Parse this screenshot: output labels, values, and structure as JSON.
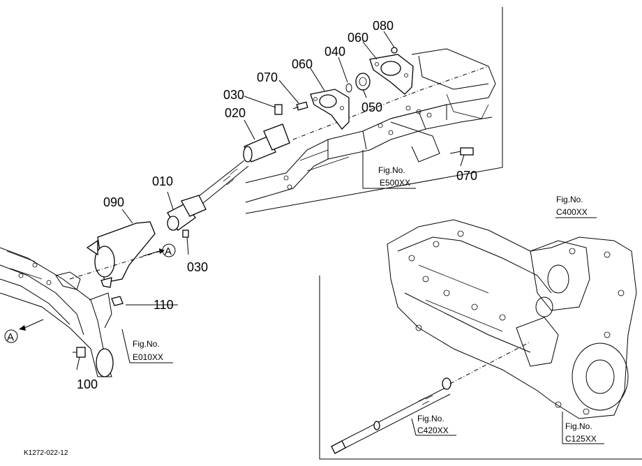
{
  "parts": {
    "p010": "010",
    "p020": "020",
    "p030a": "030",
    "p030b": "030",
    "p040": "040",
    "p050": "050",
    "p060a": "060",
    "p060b": "060",
    "p070a": "070",
    "p070b": "070",
    "p080": "080",
    "p090": "090",
    "p100": "100",
    "p110": "110"
  },
  "refs": {
    "e500_title": "Fig.No.",
    "e500_code": "E500XX",
    "e010_title": "Fig.No.",
    "e010_code": "E010XX",
    "c400_title": "Fig.No.",
    "c400_code": "C400XX",
    "c420_title": "Fig.No.",
    "c420_code": "C420XX",
    "c125_title": "Fig.No.",
    "c125_code": "C125XX"
  },
  "markers": {
    "a1": "A",
    "a2": "A"
  },
  "drawing_code": "K1272-022-12"
}
